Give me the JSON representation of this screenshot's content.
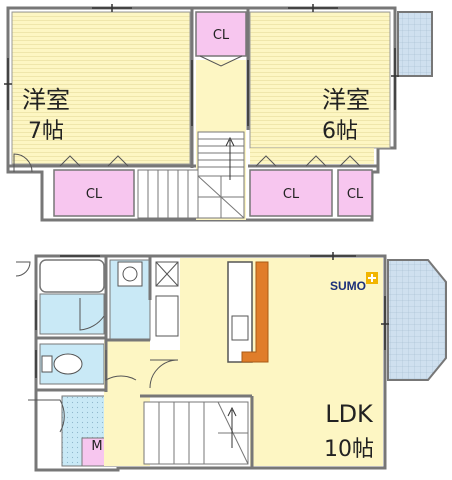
{
  "upper_floor": {
    "western_room_left": {
      "name": "洋室",
      "size": "7帖"
    },
    "western_room_right": {
      "name": "洋室",
      "size": "6帖"
    },
    "closets": [
      "CL",
      "CL",
      "CL",
      "CL"
    ]
  },
  "lower_floor": {
    "ldk": {
      "name": "LDK",
      "size": "10帖"
    },
    "shoe_box_label": "M"
  },
  "watermark": {
    "brand": "SUMO"
  },
  "colors": {
    "wood_floor": "#fdf6c3",
    "closet": "#f7c6ef",
    "bathroom": "#c9e9f6",
    "balcony": "#cfe0ef",
    "counter": "#e07d2a",
    "wall": "#6b6b6b",
    "outline": "#8c8c8c"
  }
}
